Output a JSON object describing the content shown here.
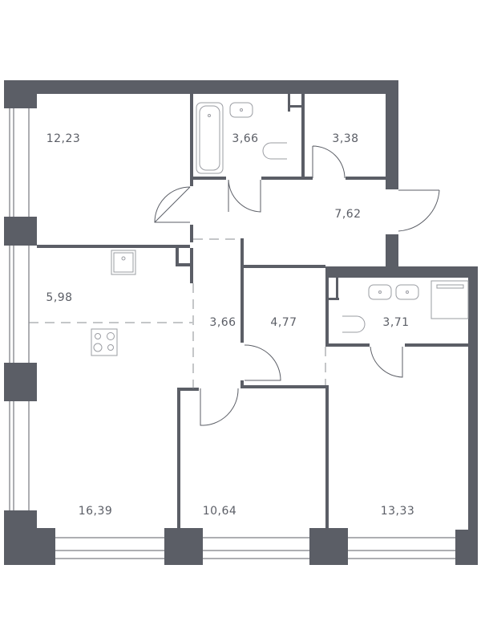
{
  "colors": {
    "wall": "#5b5e66",
    "fixture": "#9a9ca2",
    "background": "#ffffff"
  },
  "rooms": [
    {
      "id": "bedroom-nw",
      "area": "12,23"
    },
    {
      "id": "bathroom-1",
      "area": "3,66"
    },
    {
      "id": "storage",
      "area": "3,38"
    },
    {
      "id": "hallway-entrance",
      "area": "7,62"
    },
    {
      "id": "kitchen",
      "area": "5,98"
    },
    {
      "id": "corridor",
      "area": "3,66"
    },
    {
      "id": "wardrobe",
      "area": "4,77"
    },
    {
      "id": "bathroom-2",
      "area": "3,71"
    },
    {
      "id": "living-room",
      "area": "16,39"
    },
    {
      "id": "bedroom-s",
      "area": "10,64"
    },
    {
      "id": "bedroom-se",
      "area": "13,33"
    }
  ]
}
